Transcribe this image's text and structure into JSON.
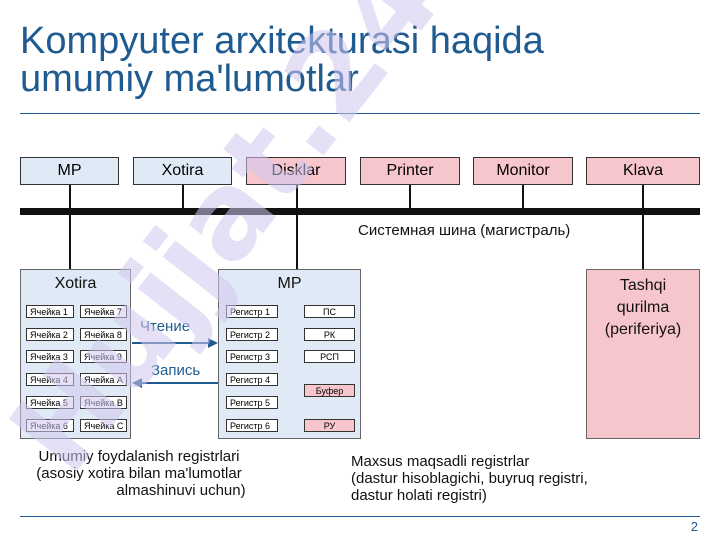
{
  "title_line1": "Kompyuter arxitekturasi haqida",
  "title_line2": "umumiy ma'lumotlar",
  "top_boxes": [
    "MP",
    "Xotira",
    "Disklar",
    "Printer",
    "Monitor",
    "Klava"
  ],
  "bus_label": "Системная шина (магистраль)",
  "memory": {
    "title": "Xotira",
    "left_cells": [
      "Ячейка 1",
      "Ячейка 2",
      "Ячейка 3",
      "Ячейка 4",
      "Ячейка 5",
      "Ячейка 6"
    ],
    "right_cells": [
      "Ячейка 7",
      "Ячейка 8",
      "Ячейка 9",
      "Ячейка A",
      "Ячейка B",
      "Ячейка C"
    ]
  },
  "cpu": {
    "title": "MP",
    "registers": [
      "Регистр 1",
      "Регистр 2",
      "Регистр 3",
      "Регистр 4",
      "Регистр 5",
      "Регистр 6"
    ],
    "special": [
      "ПС",
      "РК",
      "РСП",
      "Буфер",
      "РУ"
    ]
  },
  "read_label": "Чтение",
  "write_label": "Запись",
  "peripheral": {
    "line1": "Tashqi",
    "line2": "qurilma",
    "line3": "(periferiya)"
  },
  "caption_left": {
    "line1": "Umumiy foydalanish registrlari",
    "line2": "(asosiy xotira bilan ma'lumotlar",
    "line3": "almashinuvi uchun)"
  },
  "caption_right": {
    "line1": "Maxsus maqsadli registrlar",
    "line2": "(dastur hisoblagichi, buyruq registri,",
    "line3": "dastur holati registri)"
  },
  "page_number": "2",
  "watermark_text": "Hujjat.24",
  "colors": {
    "accent": "#1f5b91",
    "pink": "#f7c6cd",
    "light_blue": "#dfeaf6",
    "watermark": "#cfc6ee"
  }
}
